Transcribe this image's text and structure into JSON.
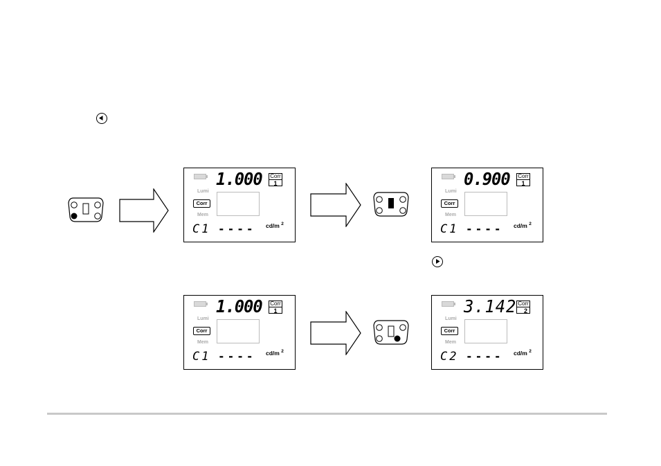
{
  "icons": {
    "left_button": "left-arrow-button-icon",
    "right_button": "right-arrow-button-icon"
  },
  "displays": [
    {
      "value": "1.000",
      "corr_title": "Corr",
      "corr_number": "1",
      "lumi": "Lumi",
      "corr": "Corr",
      "mem": "Mem",
      "channel": "C1",
      "dashes": "----",
      "unit": "cd/m",
      "unit_sup": "2"
    },
    {
      "value": "0.900",
      "corr_title": "Corr",
      "corr_number": "1",
      "lumi": "Lumi",
      "corr": "Corr",
      "mem": "Mem",
      "channel": "C1",
      "dashes": "----",
      "unit": "cd/m",
      "unit_sup": "2"
    },
    {
      "value": "1.000",
      "corr_title": "Corr",
      "corr_number": "1",
      "lumi": "Lumi",
      "corr": "Corr",
      "mem": "Mem",
      "channel": "C1",
      "dashes": "----",
      "unit": "cd/m",
      "unit_sup": "2"
    },
    {
      "value": "3.142",
      "corr_title": "Corr",
      "corr_number": "2",
      "lumi": "Lumi",
      "corr": "Corr",
      "mem": "Mem",
      "channel": "C2",
      "dashes": "----",
      "unit": "cd/m",
      "unit_sup": "2"
    }
  ],
  "keypads": [
    {
      "pressed": "bottom-left"
    },
    {
      "pressed": "center"
    },
    {
      "pressed": "bottom-right"
    }
  ],
  "colors": {
    "line": "#000000",
    "dim": "#aaaaaa",
    "footer_rule": "#c8c8c8"
  }
}
